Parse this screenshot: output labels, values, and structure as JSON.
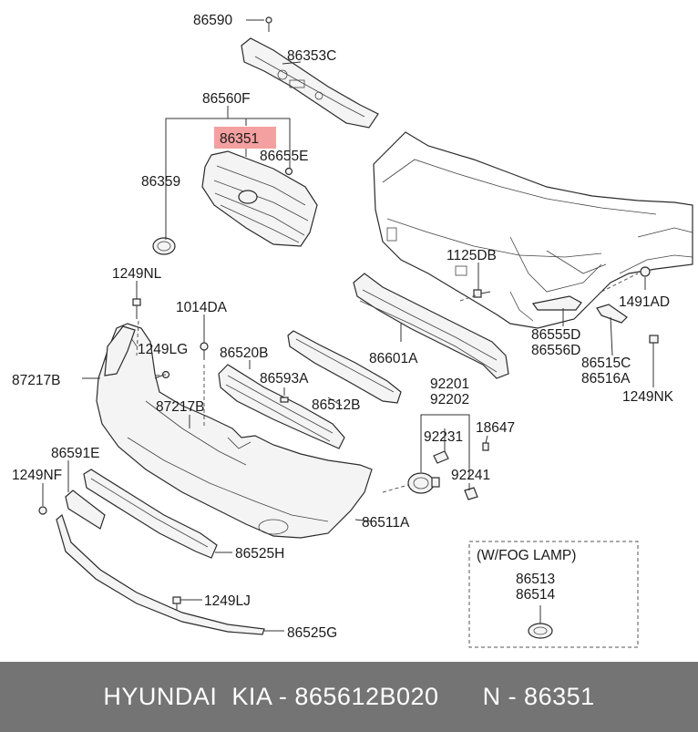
{
  "labels": {
    "p86590": "86590",
    "p86353C": "86353C",
    "p86560F": "86560F",
    "p86351": "86351",
    "p86655E": "86655E",
    "p86359": "86359",
    "p1125DB": "1125DB",
    "p1249NL": "1249NL",
    "p1491AD": "1491AD",
    "p1014DA": "1014DA",
    "p86555D": "86555D",
    "p86556D": "86556D",
    "p1249LG": "1249LG",
    "p86520B": "86520B",
    "p86601A": "86601A",
    "p86515C": "86515C",
    "p86516A": "86516A",
    "p87217B_a": "87217B",
    "p86593A": "86593A",
    "p86512B": "86512B",
    "p1249NK": "1249NK",
    "p87217B_b": "87217B",
    "p92201": "92201",
    "p92202": "92202",
    "p92231": "92231",
    "p18647": "18647",
    "p86591E": "86591E",
    "p1249NF": "1249NF",
    "p92241": "92241",
    "p86511A": "86511A",
    "p86525H": "86525H",
    "fog_title": "(W/FOG LAMP)",
    "p86513": "86513",
    "p86514": "86514",
    "p1249LJ": "1249LJ",
    "p86525G": "86525G"
  },
  "highlight_color": "#f4a0a0",
  "footer": {
    "brand": "HYUNDAI  KIA - 865612B020",
    "ref": "N - 86351"
  },
  "footer_color": "#747474"
}
